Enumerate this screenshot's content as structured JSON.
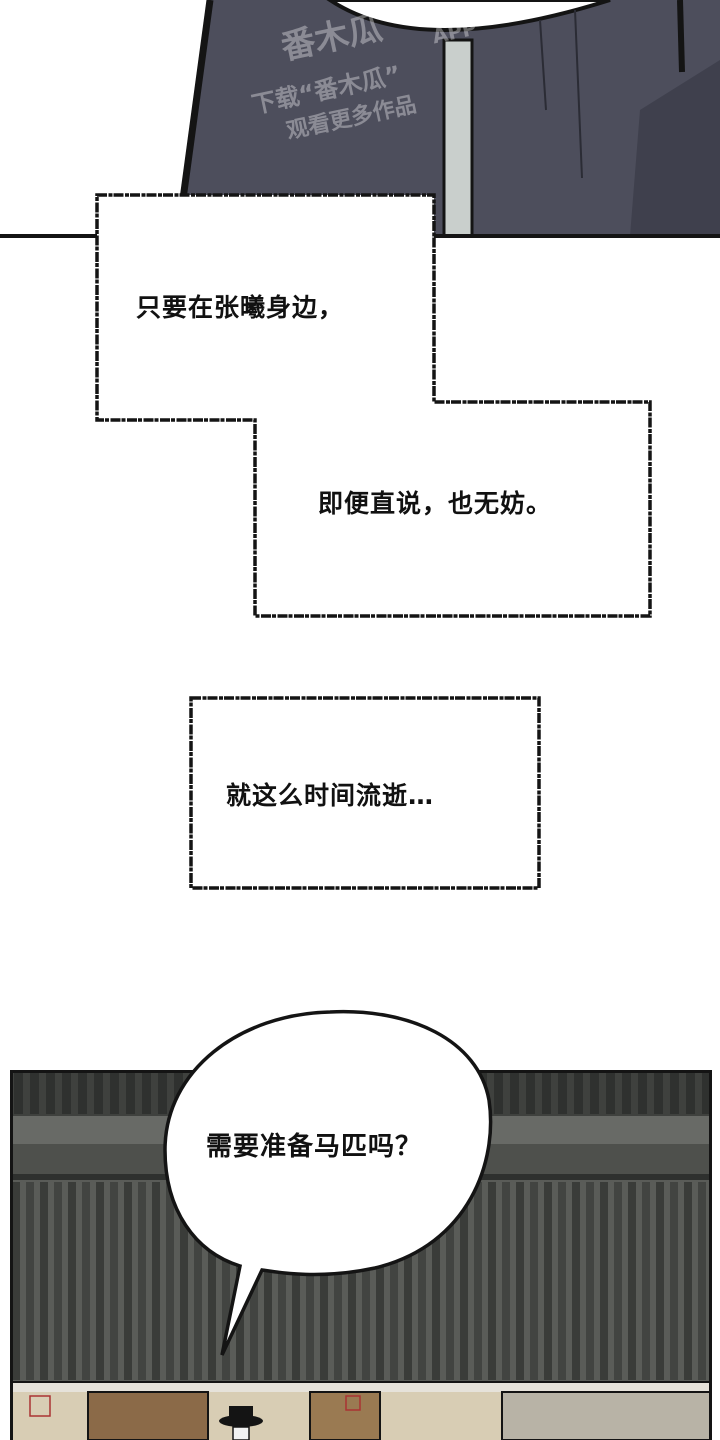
{
  "watermark": {
    "brand": "番木瓜",
    "app": "APP",
    "line1": "下载“番木瓜”",
    "line2": "观看更多作品"
  },
  "captions": [
    "只要在张曦身边，",
    "即便直说，也无妨。",
    "就这么时间流逝…"
  ],
  "speech": {
    "text": "需要准备马匹吗？"
  },
  "colors": {
    "robe": "#4d4e5c",
    "outline": "#141414",
    "roof": "#4a4c49",
    "roof_dark": "#2e302e",
    "wall": "#d8cdb4"
  }
}
